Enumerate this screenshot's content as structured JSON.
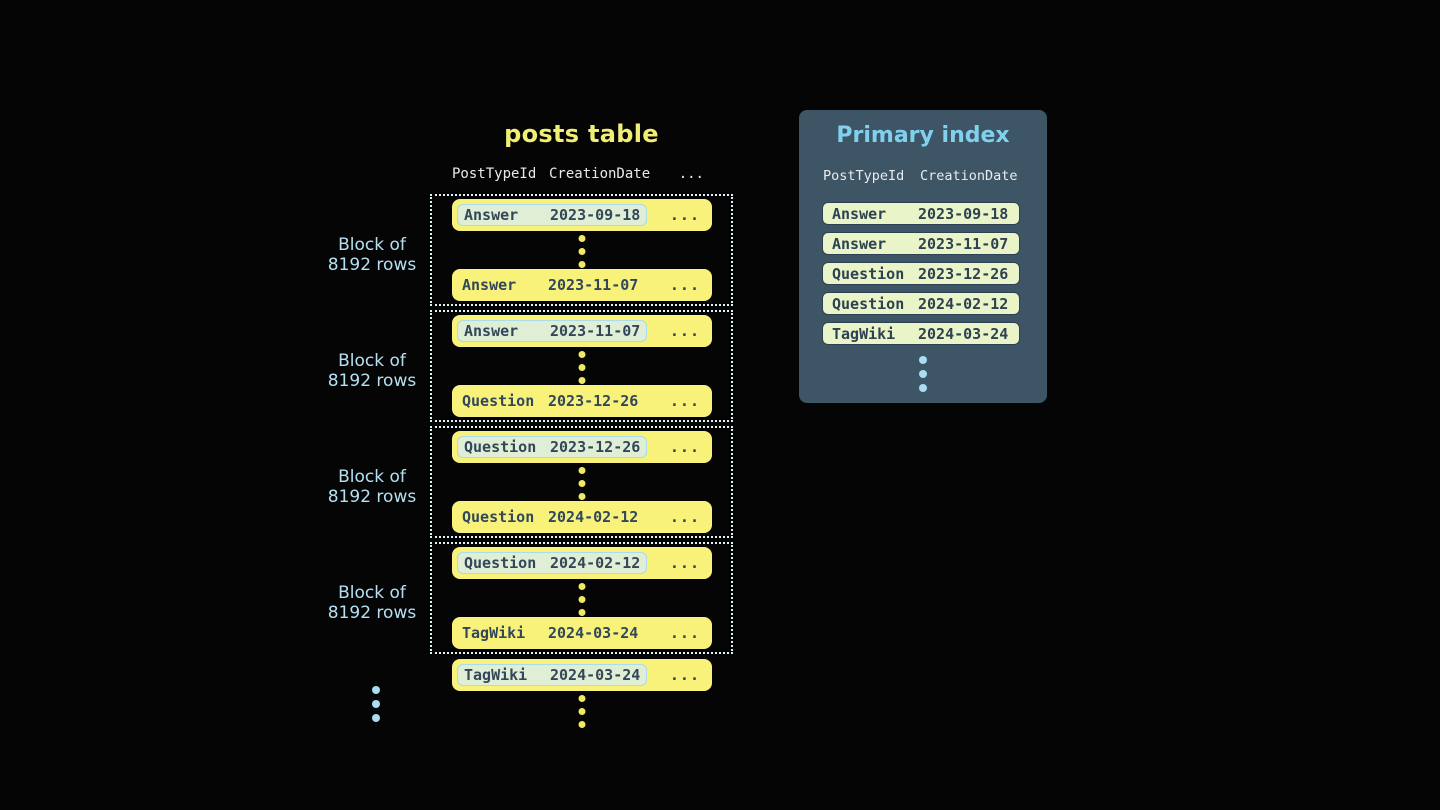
{
  "colors": {
    "background": "#050505",
    "row_yellow": "#f8f27b",
    "title_yellow": "#f1ee74",
    "dark_navy_text": "#32475a",
    "highlight_pill_bg": "#dfeed4",
    "highlight_pill_border": "#a9dcec",
    "block_dotted_border": "#dff2f8",
    "block_label_blue": "#b5e0f2",
    "panel_bg": "#3e5565",
    "panel_title_blue": "#81d1ee",
    "index_row_bg": "#e9f4c8",
    "index_row_border": "#2d4152",
    "yellow_dot": "#f0e968",
    "blue_dot": "#a9ddef"
  },
  "posts_table": {
    "title": "posts table",
    "columns": [
      "PostTypeId",
      "CreationDate",
      "..."
    ],
    "row_ellipsis": "...",
    "block_label": {
      "line1": "Block of",
      "line2": "8192 rows"
    },
    "blocks": [
      {
        "first": {
          "type": "Answer",
          "date": "2023-09-18"
        },
        "last": {
          "type": "Answer",
          "date": "2023-11-07"
        }
      },
      {
        "first": {
          "type": "Answer",
          "date": "2023-11-07"
        },
        "last": {
          "type": "Question",
          "date": "2023-12-26"
        }
      },
      {
        "first": {
          "type": "Question",
          "date": "2023-12-26"
        },
        "last": {
          "type": "Question",
          "date": "2024-02-12"
        }
      },
      {
        "first": {
          "type": "Question",
          "date": "2024-02-12"
        },
        "last": {
          "type": "TagWiki",
          "date": "2024-03-24"
        }
      }
    ],
    "trailing_row": {
      "type": "TagWiki",
      "date": "2024-03-24"
    }
  },
  "primary_index": {
    "title": "Primary index",
    "columns": [
      "PostTypeId",
      "CreationDate"
    ],
    "rows": [
      {
        "type": "Answer",
        "date": "2023-09-18"
      },
      {
        "type": "Answer",
        "date": "2023-11-07"
      },
      {
        "type": "Question",
        "date": "2023-12-26"
      },
      {
        "type": "Question",
        "date": "2024-02-12"
      },
      {
        "type": "TagWiki",
        "date": "2024-03-24"
      }
    ]
  }
}
